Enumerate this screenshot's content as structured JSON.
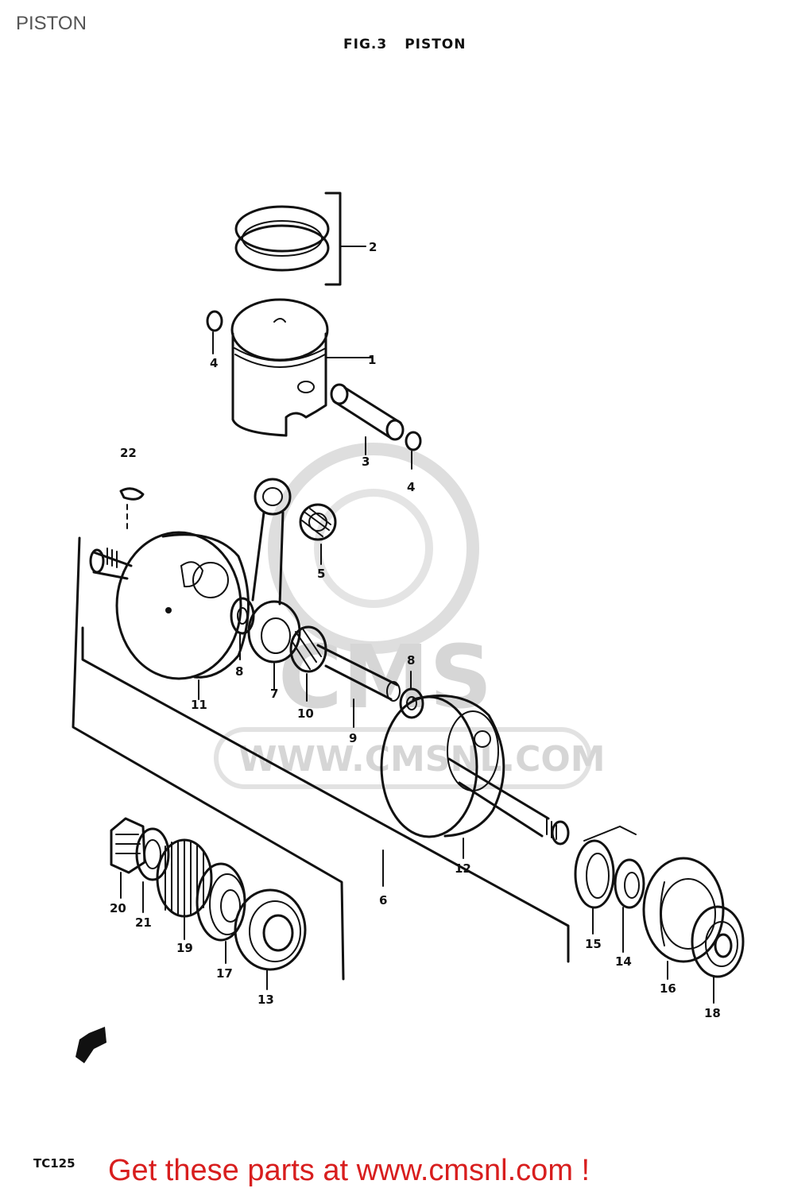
{
  "page": {
    "title": "PISTON",
    "figure_label": "FIG.3",
    "figure_name": "PISTON",
    "model_code": "TC125",
    "footer_link": "Get these parts at www.cmsnl.com !"
  },
  "watermark": {
    "brand": "CMS",
    "url": "WWW.CMSNL.COM"
  },
  "callouts": [
    "1",
    "2",
    "3",
    "4",
    "4",
    "22",
    "5",
    "8",
    "7",
    "10",
    "9",
    "11",
    "8",
    "12",
    "6",
    "20",
    "21",
    "19",
    "17",
    "13",
    "15",
    "14",
    "16",
    "18"
  ],
  "colors": {
    "line_art": "#111111",
    "watermark": "#d6d6d6",
    "footer_link": "#d81e1e",
    "page_title": "#555555"
  }
}
